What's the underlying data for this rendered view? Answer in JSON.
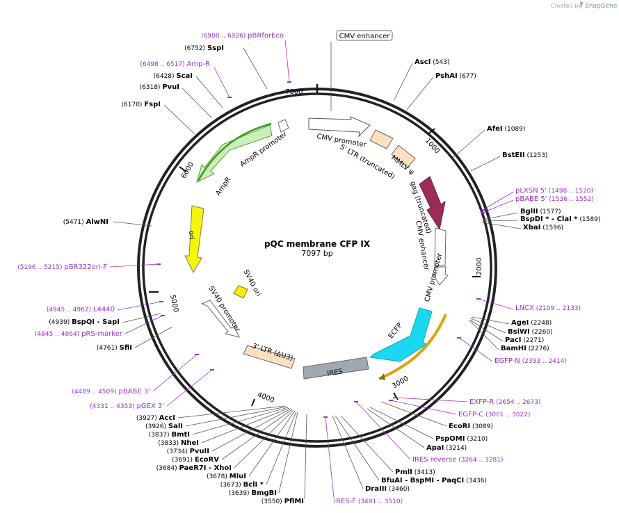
{
  "watermark": {
    "created_by": "Created by",
    "brand": "SnapGene"
  },
  "plasmid": {
    "name": "pQC membrane CFP IX",
    "length_text": "7097 bp"
  },
  "ticks": [
    "7000",
    "1000",
    "2000",
    "3000",
    "4000",
    "5000",
    "6000"
  ],
  "features": {
    "cmv_enhancer_top": "CMV enhancer",
    "cmv_promoter": "CMV promoter",
    "ltr5": "5' LTR (truncated)",
    "mmlv_psi": "MMLV ψ",
    "gag": "gag (truncated)",
    "cmv_enhancer_inner": "CMV enhancer",
    "cmv_promoter_inner": "CMV promoter",
    "ecfp": "ECFP",
    "ires": "IRES",
    "ltr3": "3' LTR (ΔU3)",
    "sv40_promoter": "SV40 promoter",
    "sv40_ori": "SV40 ori",
    "ori": "ori",
    "ampr_promoter": "AmpR promoter",
    "ampr": "AmpR"
  },
  "enzymes": [
    {
      "name": "SspI",
      "pos": "(6752)"
    },
    {
      "name": "ScaI",
      "pos": "(6428)"
    },
    {
      "name": "PvuI",
      "pos": "(6318)"
    },
    {
      "name": "FspI",
      "pos": "(6170)"
    },
    {
      "name": "AscI",
      "pos": "(543)"
    },
    {
      "name": "PshAI",
      "pos": "(677)"
    },
    {
      "name": "AfeI",
      "pos": "(1089)"
    },
    {
      "name": "BstEII",
      "pos": "(1253)"
    },
    {
      "name": "BglII",
      "pos": "(1577)"
    },
    {
      "name": "BspDI * - ClaI *",
      "pos": "(1589)"
    },
    {
      "name": "XbaI",
      "pos": "(1596)"
    },
    {
      "name": "AlwNI",
      "pos": "(5471)"
    },
    {
      "name": "AgeI",
      "pos": "(2248)"
    },
    {
      "name": "BsiWI",
      "pos": "(2260)"
    },
    {
      "name": "PacI",
      "pos": "(2271)"
    },
    {
      "name": "BamHI",
      "pos": "(2276)"
    },
    {
      "name": "BspQI - SapI",
      "pos": "(4939)"
    },
    {
      "name": "SfiI",
      "pos": "(4761)"
    },
    {
      "name": "EcoRI",
      "pos": "(3089)"
    },
    {
      "name": "PspOMI",
      "pos": "(3210)"
    },
    {
      "name": "ApaI",
      "pos": "(3214)"
    },
    {
      "name": "AccI",
      "pos": "(3927)"
    },
    {
      "name": "SalI",
      "pos": "(3926)"
    },
    {
      "name": "BmtI",
      "pos": "(3837)"
    },
    {
      "name": "NheI",
      "pos": "(3833)"
    },
    {
      "name": "PvuII",
      "pos": "(3734)"
    },
    {
      "name": "EcoRV",
      "pos": "(3691)"
    },
    {
      "name": "PaeR7I - XhoI",
      "pos": "(3684)"
    },
    {
      "name": "MluI",
      "pos": "(3678)"
    },
    {
      "name": "BclI *",
      "pos": "(3673)"
    },
    {
      "name": "BmgBI",
      "pos": "(3639)"
    },
    {
      "name": "PflMI",
      "pos": "(3550)"
    },
    {
      "name": "PmlI",
      "pos": "(3413)"
    },
    {
      "name": "BfuAI - BspMI - PaqCI",
      "pos": "(3436)"
    },
    {
      "name": "DraIII",
      "pos": "(3460)"
    }
  ],
  "primers": [
    {
      "name": "pBRforEco",
      "range": "(6908 .. 6926)"
    },
    {
      "name": "Amp-R",
      "range": "(6498 .. 6517)"
    },
    {
      "name": "pLXSN 5'",
      "range": "(1498 .. 1520)"
    },
    {
      "name": "pBABE 5'",
      "range": "(1536 .. 1552)"
    },
    {
      "name": "pBR322ori-F",
      "range": "(5196 .. 5215)"
    },
    {
      "name": "LNCX",
      "range": "(2109 .. 2133)"
    },
    {
      "name": "L4440",
      "range": "(4945 .. 4962)"
    },
    {
      "name": "pRS-marker",
      "range": "(4845 .. 4864)"
    },
    {
      "name": "EGFP-N",
      "range": "(2393 .. 2414)"
    },
    {
      "name": "pBABE 3'",
      "range": "(4489 .. 4509)"
    },
    {
      "name": "pGEX 3'",
      "range": "(4331 .. 4353)"
    },
    {
      "name": "EXFP-R",
      "range": "(2654 .. 2673)"
    },
    {
      "name": "EGFP-C",
      "range": "(3001 .. 3022)"
    },
    {
      "name": "IRES reverse",
      "range": "(3264 .. 3281)"
    },
    {
      "name": "IRES-F",
      "range": "(3491 .. 3510)"
    }
  ]
}
